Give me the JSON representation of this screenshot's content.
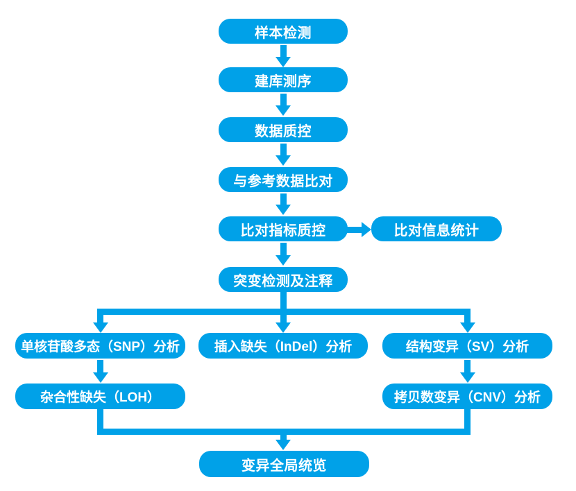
{
  "diagram": {
    "type": "flowchart",
    "accent_color": "#00A1E8",
    "node_text_color": "#FFFFFF",
    "background_color": "#FFFFFF",
    "nodes": {
      "sample_testing": {
        "label": "样本检测"
      },
      "library_sequencing": {
        "label": "建库测序"
      },
      "data_qc": {
        "label": "数据质控"
      },
      "reference_alignment": {
        "label": "与参考数据比对"
      },
      "alignment_metrics_qc": {
        "label": "比对指标质控"
      },
      "alignment_stats": {
        "label": "比对信息统计"
      },
      "mutation_detection": {
        "label": "突变检测及注释"
      },
      "snp_analysis": {
        "label": "单核苷酸多态（SNP）分析"
      },
      "indel_analysis": {
        "label": "插入缺失（InDel）分析"
      },
      "sv_analysis": {
        "label": "结构变异（SV）分析"
      },
      "loh": {
        "label": "杂合性缺失（LOH）"
      },
      "cnv_analysis": {
        "label": "拷贝数变异（CNV）分析"
      },
      "variant_overview": {
        "label": "变异全局统览"
      }
    },
    "edges": [
      "sample_testing -> library_sequencing",
      "library_sequencing -> data_qc",
      "data_qc -> reference_alignment",
      "reference_alignment -> alignment_metrics_qc",
      "alignment_metrics_qc -> alignment_stats",
      "alignment_metrics_qc -> mutation_detection",
      "mutation_detection -> snp_analysis",
      "mutation_detection -> indel_analysis",
      "mutation_detection -> sv_analysis",
      "snp_analysis -> loh",
      "sv_analysis -> cnv_analysis",
      "loh -> variant_overview",
      "cnv_analysis -> variant_overview"
    ]
  }
}
